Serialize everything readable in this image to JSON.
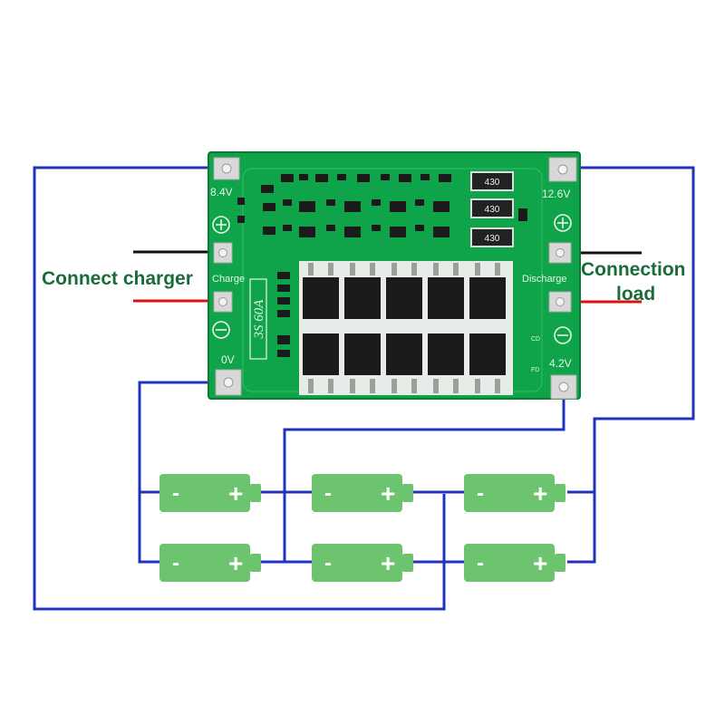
{
  "labels": {
    "connect_charger": "Connect charger",
    "connection_load_line1": "Connection",
    "connection_load_line2": "load"
  },
  "board": {
    "pad_8_4v": "8.4V",
    "pad_12_6v": "12.6V",
    "pad_0v": "0V",
    "pad_4_2v": "4.2V",
    "charge": "Charge",
    "discharge": "Discharge",
    "model": "3S 60A",
    "resistor_code": "430",
    "cd": "CD",
    "fd": "FD"
  },
  "battery": {
    "minus": "-",
    "plus": "+"
  },
  "colors": {
    "wire_blue": "#2233bb",
    "wire_black": "#111111",
    "wire_red": "#dd1111",
    "pcb_green": "#0fa34a",
    "battery_green": "#6cc46f",
    "label_green": "#1a6b3a"
  }
}
